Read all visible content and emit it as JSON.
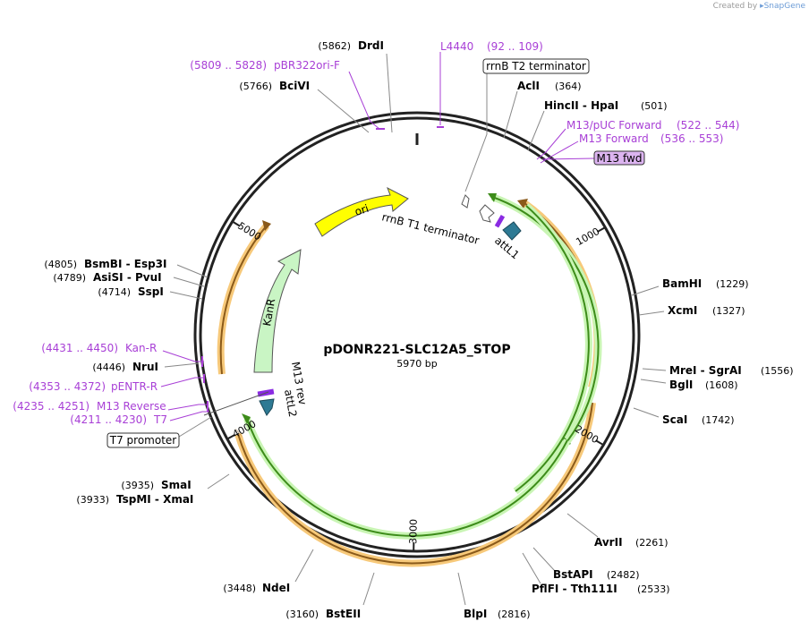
{
  "credit": {
    "prefix": "Created by",
    "brand": "SnapGene"
  },
  "plasmid": {
    "name": "pDONR221-SLC12A5_STOP",
    "size": "5970 bp",
    "total_bp": 5970
  },
  "colors": {
    "primer": "#a83fd6",
    "green_feature": "#3d8c1a",
    "green_fill": "#c9f5b4",
    "orange_feature": "#f0a030",
    "ori_fill": "#ffff00",
    "attl": "#2e7a94",
    "kanr_fill": "#c9f5c4",
    "m13fwd_fill": "#dcb4f0"
  },
  "ticks": [
    {
      "bp": 1000,
      "label": "1000"
    },
    {
      "bp": 2000,
      "label": "2000"
    },
    {
      "bp": 3000,
      "label": "3000"
    },
    {
      "bp": 4000,
      "label": "4000"
    },
    {
      "bp": 5000,
      "label": "5000"
    }
  ],
  "sites": [
    {
      "bp": 5862,
      "name": "DrdI",
      "pos": "(5862)"
    },
    {
      "bp": 5766,
      "name": "BciVI",
      "pos": "(5766)"
    },
    {
      "bp": 364,
      "name": "AclI",
      "pos": "(364)"
    },
    {
      "bp": 501,
      "name": "HincII  -  HpaI",
      "pos": "(501)"
    },
    {
      "bp": 1229,
      "name": "BamHI",
      "pos": "(1229)"
    },
    {
      "bp": 1327,
      "name": "XcmI",
      "pos": "(1327)"
    },
    {
      "bp": 1556,
      "name": "MreI  -  SgrAI",
      "pos": "(1556)"
    },
    {
      "bp": 1608,
      "name": "BglI",
      "pos": "(1608)"
    },
    {
      "bp": 1742,
      "name": "ScaI",
      "pos": "(1742)"
    },
    {
      "bp": 2261,
      "name": "AvrII",
      "pos": "(2261)"
    },
    {
      "bp": 2482,
      "name": "BstAPI",
      "pos": "(2482)"
    },
    {
      "bp": 2533,
      "name": "PflFI  -  Tth111I",
      "pos": "(2533)"
    },
    {
      "bp": 2816,
      "name": "BlpI",
      "pos": "(2816)"
    },
    {
      "bp": 3160,
      "name": "BstEII",
      "pos": "(3160)"
    },
    {
      "bp": 3448,
      "name": "NdeI",
      "pos": "(3448)"
    },
    {
      "bp": 3935,
      "name": "SmaI",
      "pos": "(3935)"
    },
    {
      "bp": 3933,
      "name": "TspMI  -  XmaI",
      "pos": "(3933)"
    },
    {
      "bp": 4446,
      "name": "NruI",
      "pos": "(4446)"
    },
    {
      "bp": 4714,
      "name": "SspI",
      "pos": "(4714)"
    },
    {
      "bp": 4789,
      "name": "AsiSI  -  PvuI",
      "pos": "(4789)"
    },
    {
      "bp": 4805,
      "name": "BsmBI  -  Esp3I",
      "pos": "(4805)"
    }
  ],
  "primers": [
    {
      "name": "pBR322ori-F",
      "range": "(5809 .. 5828)"
    },
    {
      "name": "L4440",
      "range": "(92 .. 109)"
    },
    {
      "name": "M13/pUC Forward",
      "range": "(522 .. 544)"
    },
    {
      "name": "M13 Forward",
      "range": "(536 .. 553)"
    },
    {
      "name": "Kan-R",
      "range": "(4431 .. 4450)"
    },
    {
      "name": "pENTR-R",
      "range": "(4353 .. 4372)"
    },
    {
      "name": "M13 Reverse",
      "range": "(4235 .. 4251)"
    },
    {
      "name": "T7",
      "range": "(4211 .. 4230)"
    }
  ],
  "boxed_labels": {
    "rrnb_t2": "rrnB T2 terminator",
    "m13_fwd": "M13 fwd",
    "t7_promoter": "T7 promoter"
  },
  "features": {
    "ori": "ori",
    "kanr": "KanR",
    "rrnb_t1": "rrnB T1 terminator",
    "attl1": "attL1",
    "attl2": "attL2",
    "m13_rev": "M13 rev"
  }
}
